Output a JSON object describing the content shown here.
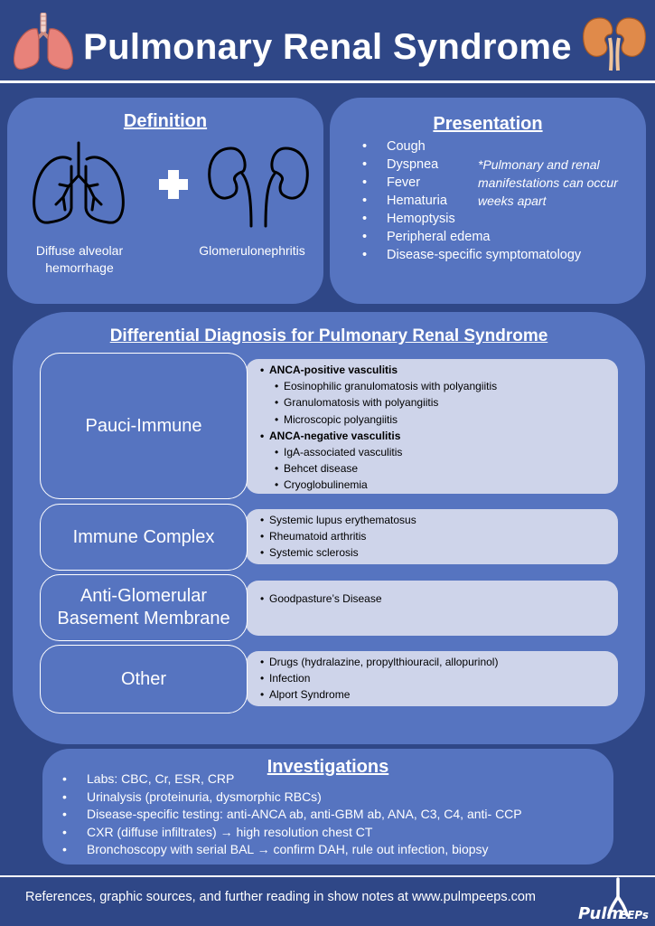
{
  "header": {
    "title": "Pulmonary Renal Syndrome"
  },
  "definition": {
    "heading": "Definition",
    "left_label_line1": "Diffuse alveolar",
    "left_label_line2": "hemorrhage",
    "right_label": "Glomerulonephritis"
  },
  "presentation": {
    "heading": "Presentation",
    "items": [
      "Cough",
      "Dyspnea",
      "Fever",
      "Hematuria",
      "Hemoptysis",
      "Peripheral edema",
      "Disease-specific symptomatology"
    ],
    "note_line1": "*Pulmonary and renal",
    "note_line2": "manifestations can occur",
    "note_line3": "weeks apart"
  },
  "ddx": {
    "heading": "Differential Diagnosis for Pulmonary Renal Syndrome",
    "categories": [
      {
        "label": "Pauci-Immune",
        "items": [
          {
            "level": 1,
            "bold": true,
            "text": "ANCA-positive vasculitis"
          },
          {
            "level": 2,
            "bold": false,
            "text": "Eosinophilic granulomatosis with polyangiitis"
          },
          {
            "level": 2,
            "bold": false,
            "text": "Granulomatosis with polyangiitis"
          },
          {
            "level": 2,
            "bold": false,
            "text": "Microscopic polyangiitis"
          },
          {
            "level": 1,
            "bold": true,
            "text": "ANCA-negative vasculitis"
          },
          {
            "level": 2,
            "bold": false,
            "text": "IgA-associated vasculitis"
          },
          {
            "level": 2,
            "bold": false,
            "text": "Behcet disease"
          },
          {
            "level": 2,
            "bold": false,
            "text": "Cryoglobulinemia"
          }
        ]
      },
      {
        "label": "Immune Complex",
        "items": [
          {
            "level": 1,
            "bold": false,
            "text": "Systemic lupus erythematosus"
          },
          {
            "level": 1,
            "bold": false,
            "text": "Rheumatoid arthritis"
          },
          {
            "level": 1,
            "bold": false,
            "text": "Systemic sclerosis"
          }
        ]
      },
      {
        "label_line1": "Anti-Glomerular",
        "label_line2": "Basement Membrane",
        "items": [
          {
            "level": 1,
            "bold": false,
            "text": "Goodpasture’s Disease"
          }
        ]
      },
      {
        "label": "Other",
        "items": [
          {
            "level": 1,
            "bold": false,
            "text": "Drugs (hydralazine, propylthiouracil, allopurinol)"
          },
          {
            "level": 1,
            "bold": false,
            "text": "Infection"
          },
          {
            "level": 1,
            "bold": false,
            "text": "Alport Syndrome"
          }
        ]
      }
    ]
  },
  "investigations": {
    "heading": "Investigations",
    "items": [
      "Labs: CBC,  Cr, ESR, CRP",
      "Urinalysis (proteinuria, dysmorphic RBCs)",
      "Disease-specific testing: anti-ANCA ab, anti-GBM ab, ANA, C3, C4, anti- CCP",
      "CXR (diffuse infiltrates) → high resolution chest CT",
      "Bronchoscopy with serial BAL → confirm DAH, rule out infection, biopsy"
    ]
  },
  "footer": {
    "text": "References, graphic sources, and further reading in show notes at www.pulmpeeps.com",
    "logo_text": "Pulm PEEPs"
  },
  "colors": {
    "background": "#2f4787",
    "panel": "#5674c0",
    "detail_box": "#ced4ea",
    "lung_icon": "#e8827a",
    "kidney_icon": "#e08a4a"
  }
}
